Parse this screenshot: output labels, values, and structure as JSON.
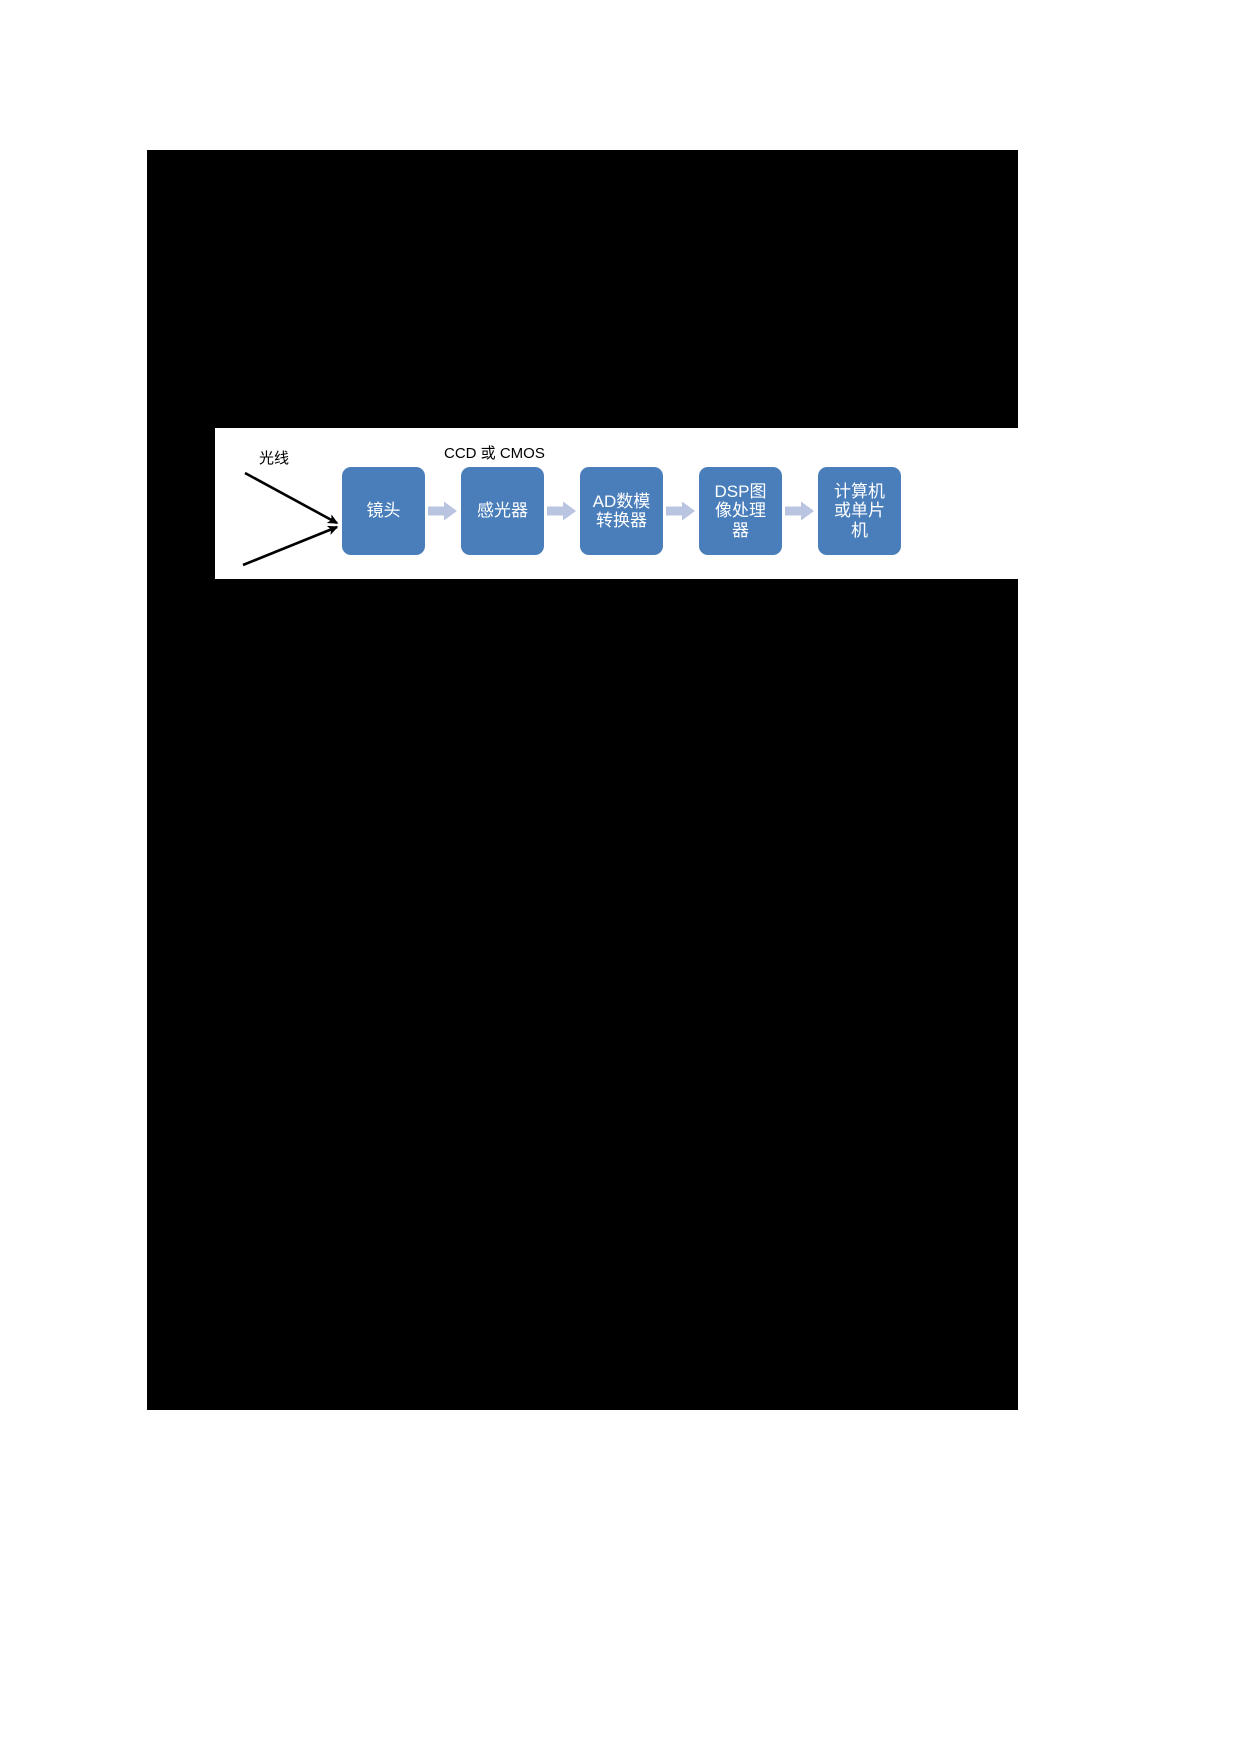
{
  "page": {
    "background_color": "#ffffff",
    "redacted_color": "#000000"
  },
  "figure": {
    "name": "camera-imaging-pipeline-diagram",
    "background_color": "#ffffff",
    "light_ray_label": "光线",
    "sensor_caption": "CCD 或 CMOS",
    "box_fill_color": "#4a7ebb",
    "box_text_color": "#ffffff",
    "arrow_color": "#b8c4e0",
    "ray_color": "#000000",
    "boxes": [
      {
        "id": "lens",
        "lines": [
          "镜头"
        ]
      },
      {
        "id": "sensor",
        "lines": [
          "感光器"
        ]
      },
      {
        "id": "adc",
        "lines": [
          "AD数模",
          "转换器"
        ]
      },
      {
        "id": "dsp",
        "lines": [
          "DSP图",
          "像处理",
          "器"
        ]
      },
      {
        "id": "computer",
        "lines": [
          "计算机",
          "或单片",
          "机"
        ]
      }
    ],
    "connectors": [
      {
        "from": "lens",
        "to": "sensor"
      },
      {
        "from": "sensor",
        "to": "adc"
      },
      {
        "from": "adc",
        "to": "dsp"
      },
      {
        "from": "dsp",
        "to": "computer"
      }
    ]
  }
}
